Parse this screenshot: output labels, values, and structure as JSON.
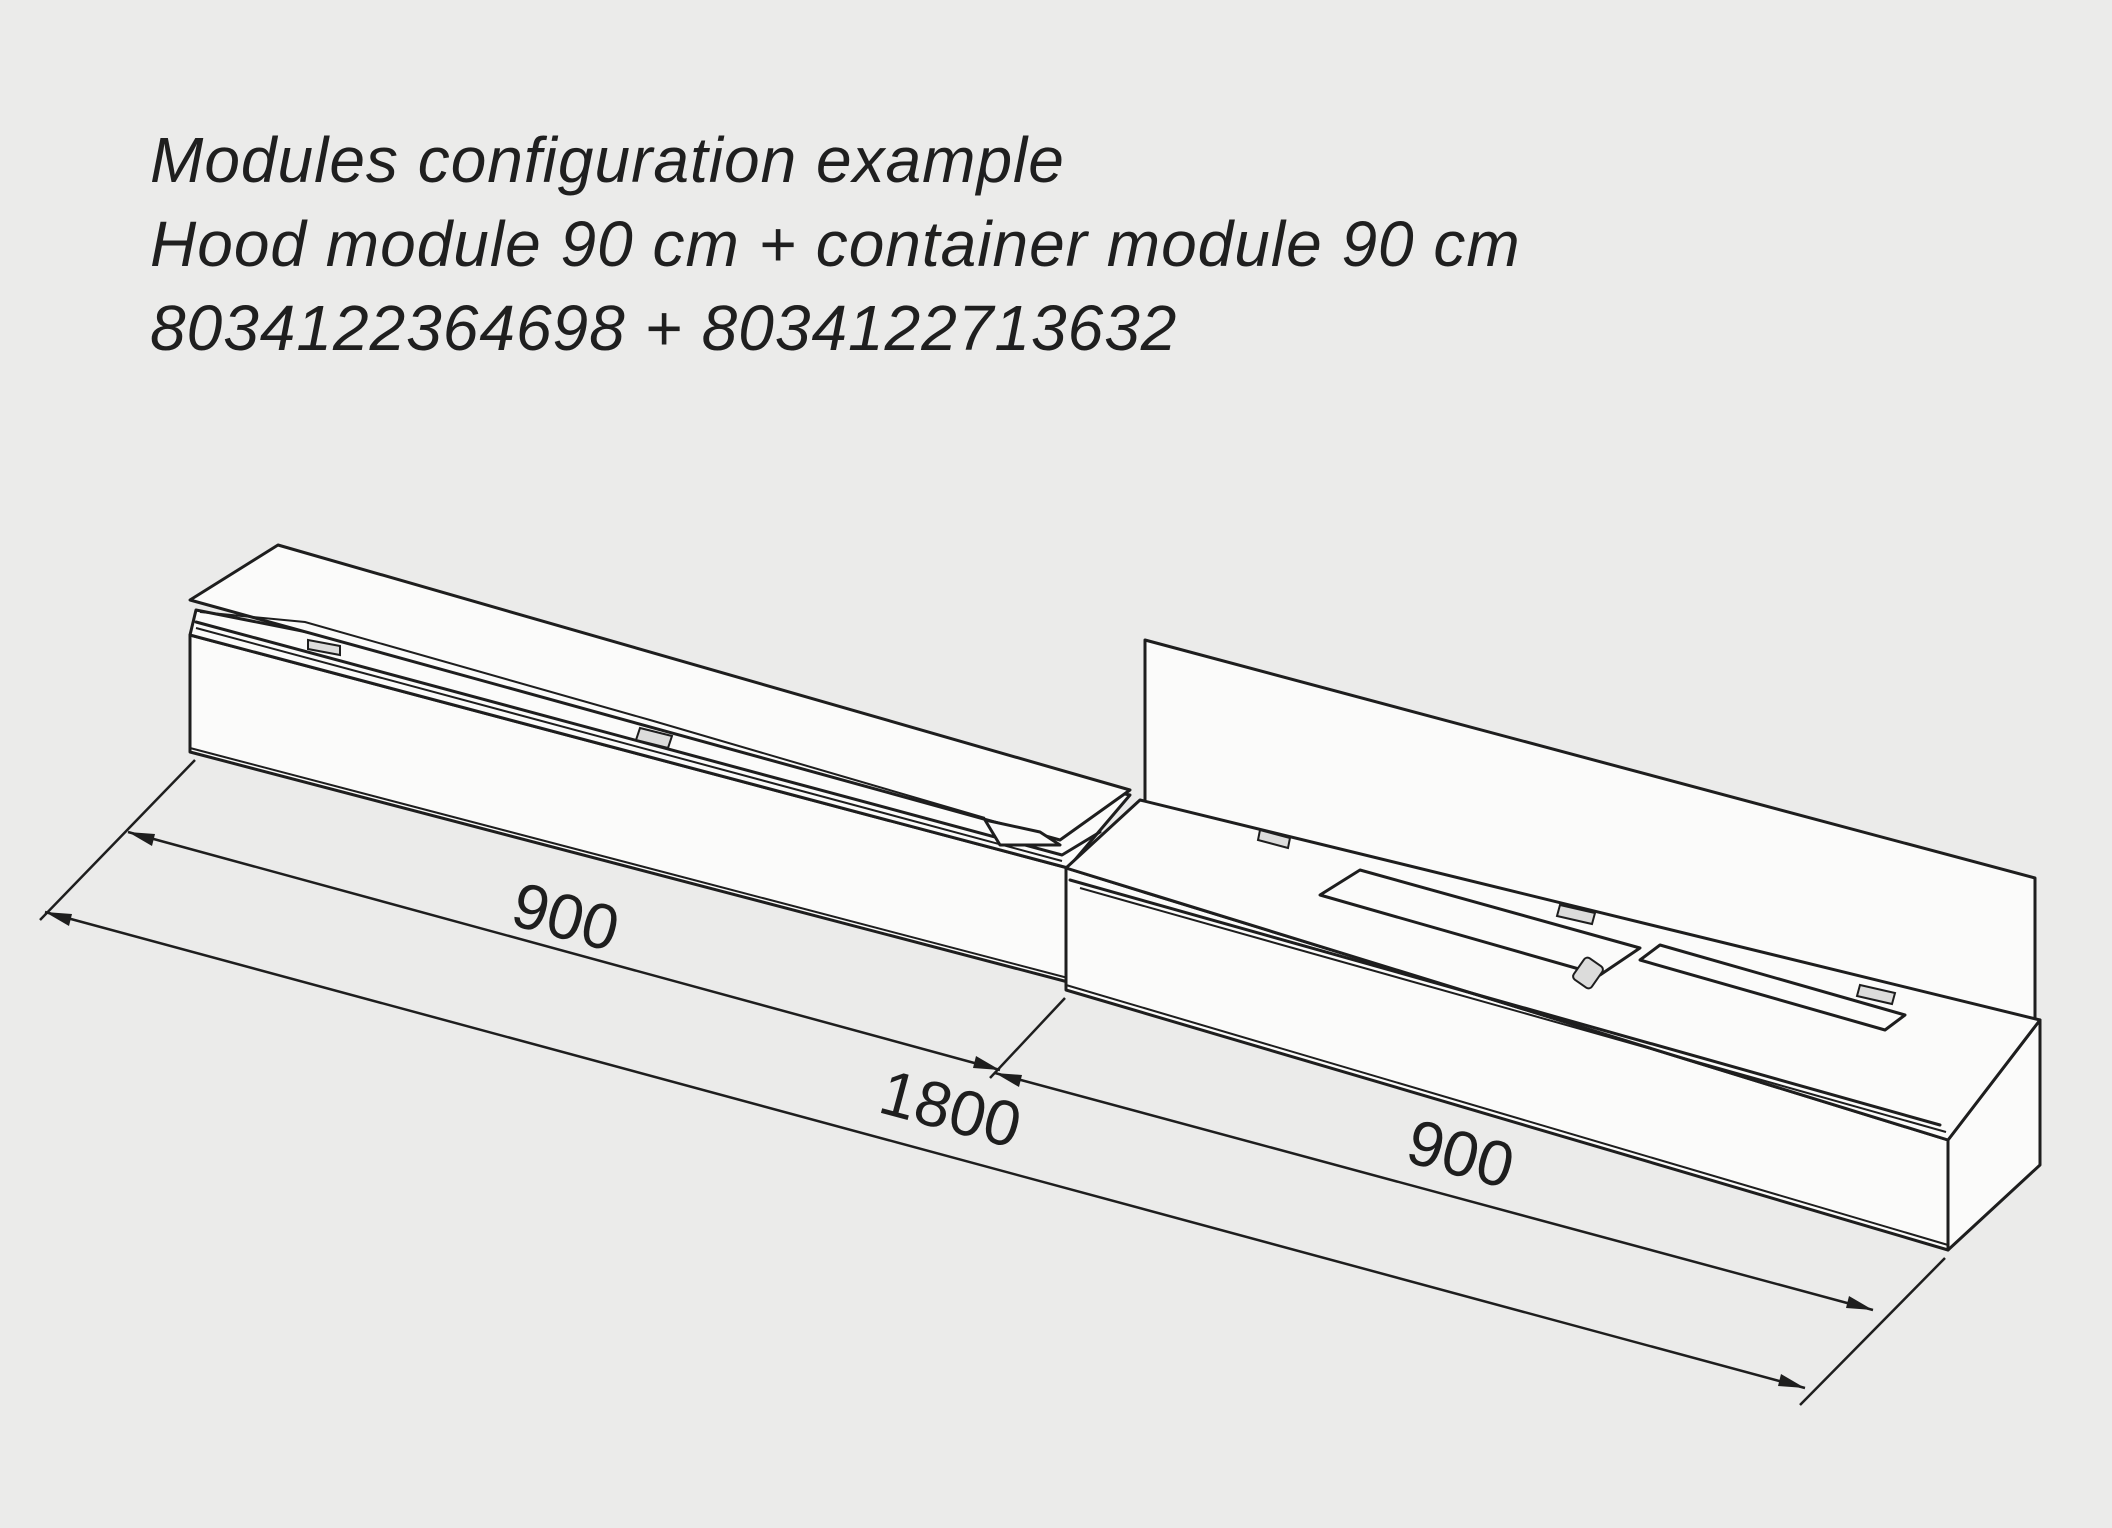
{
  "caption": {
    "line1": "Modules configuration example",
    "line2": "Hood module 90 cm + container module 90 cm",
    "line3": "8034122364698 + 8034122713632"
  },
  "dimensions": {
    "left_module": "900",
    "right_module": "900",
    "total": "1800"
  },
  "colors": {
    "background": "#ebebea",
    "line": "#1e1e1e",
    "panel": "#fbfbfa"
  }
}
